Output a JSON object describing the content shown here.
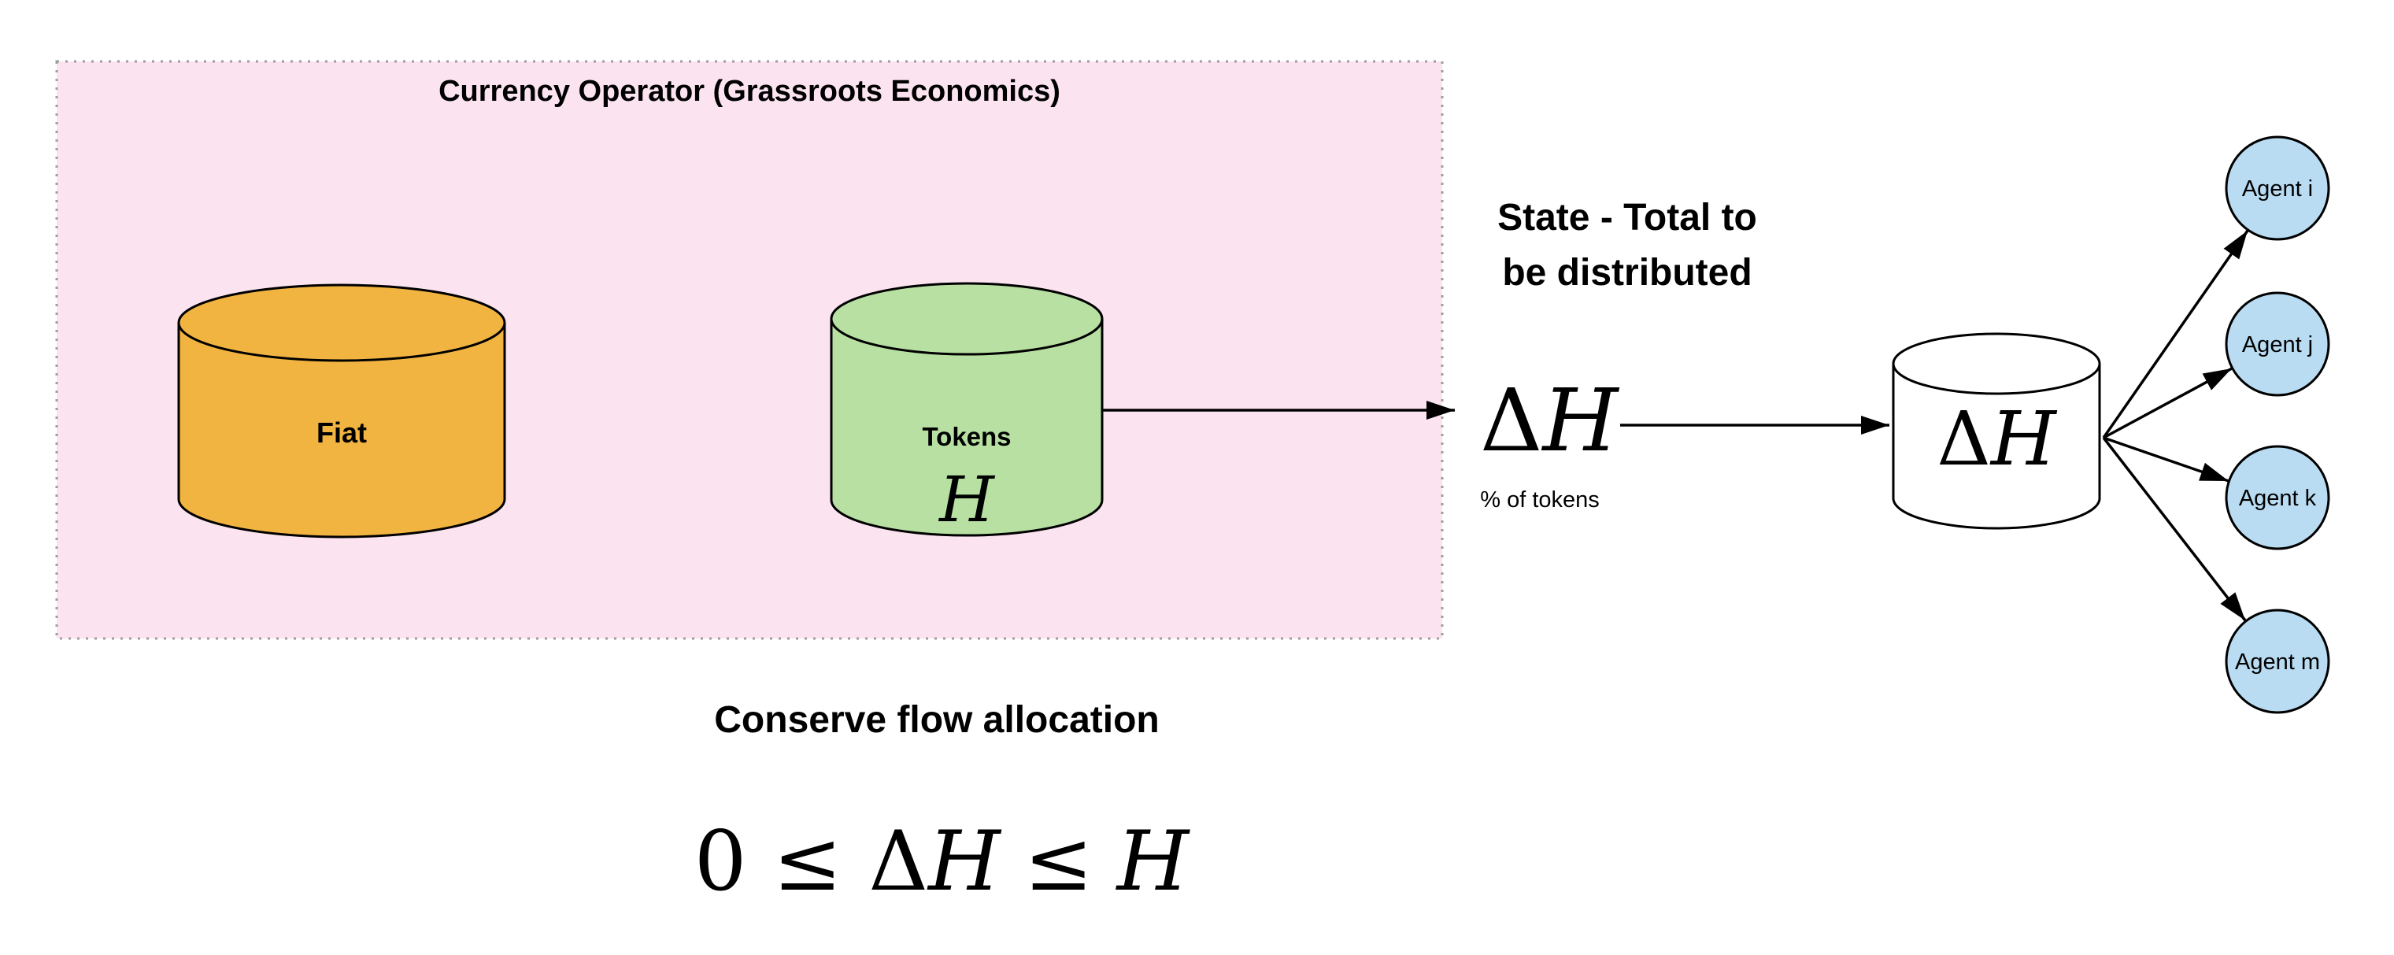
{
  "operator_box": {
    "title": "Currency Operator (Grassroots Economics)",
    "fiat_label": "Fiat",
    "tokens_label": "Tokens",
    "tokens_symbol": "H"
  },
  "state": {
    "caption_line1": "State - Total to",
    "caption_line2": "be distributed",
    "delta": "Δ",
    "h": "H",
    "subcaption": "% of tokens"
  },
  "distribution": {
    "delta": "Δ",
    "h": "H"
  },
  "agents": [
    {
      "label": "Agent i"
    },
    {
      "label": "Agent j"
    },
    {
      "label": "Agent k"
    },
    {
      "label": "Agent m"
    }
  ],
  "footer": {
    "heading": "Conserve flow allocation",
    "formula_prefix": "0 ≤ Δ",
    "formula_h1": "H",
    "formula_leq": "≤",
    "formula_h2": "H"
  },
  "colors": {
    "box_fill": "#fbe3ef",
    "box_border": "#9e9e9e",
    "fiat_fill": "#f2b441",
    "tokens_fill": "#b7e0a2",
    "agent_fill": "#b9dcf2",
    "distribution_fill": "#ffffff"
  }
}
